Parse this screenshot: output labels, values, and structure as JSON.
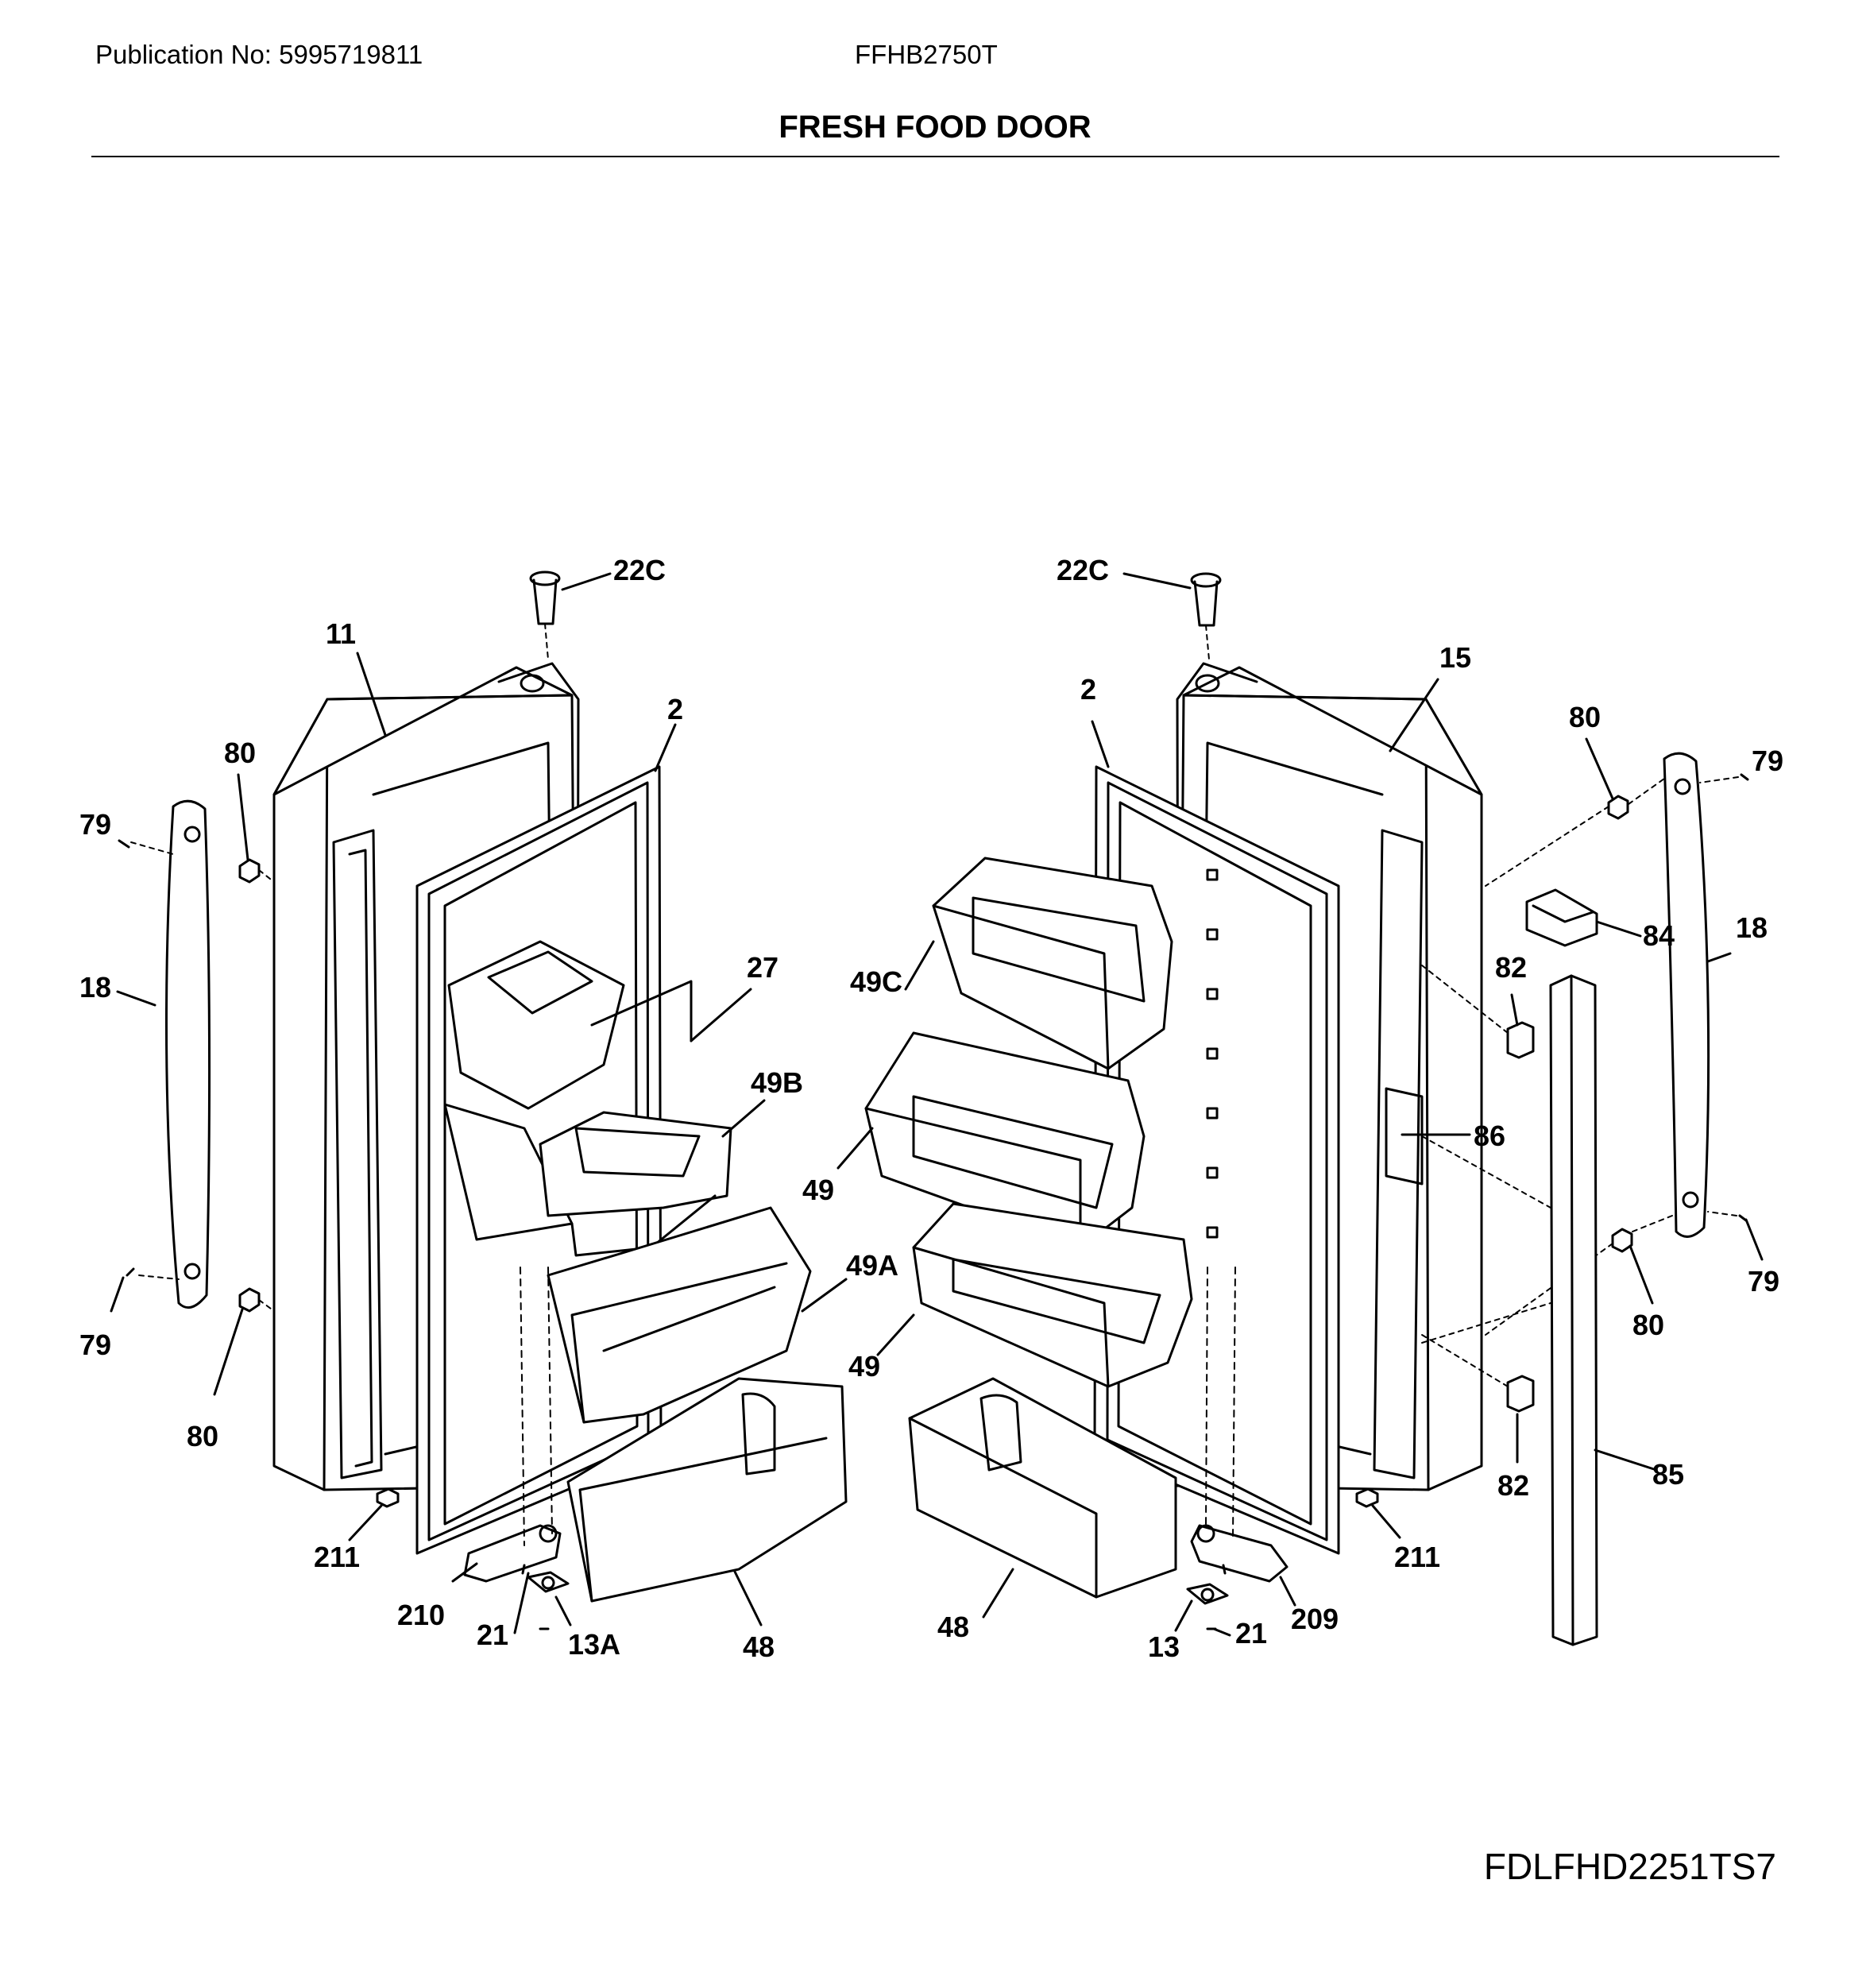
{
  "header": {
    "publication": "Publication No: 5995719811",
    "model": "FFHB2750T",
    "title": "FRESH FOOD DOOR"
  },
  "footer": {
    "reference": "FDLFHD2251TS7"
  },
  "callouts": [
    {
      "id": "c1",
      "text": "22C"
    },
    {
      "id": "c2",
      "text": "11"
    },
    {
      "id": "c3",
      "text": "2"
    },
    {
      "id": "c4",
      "text": "80"
    },
    {
      "id": "c5",
      "text": "79"
    },
    {
      "id": "c6",
      "text": "18"
    },
    {
      "id": "c7",
      "text": "27"
    },
    {
      "id": "c8",
      "text": "49B"
    },
    {
      "id": "c9",
      "text": "49A"
    },
    {
      "id": "c10",
      "text": "79"
    },
    {
      "id": "c11",
      "text": "80"
    },
    {
      "id": "c12",
      "text": "211"
    },
    {
      "id": "c13",
      "text": "210"
    },
    {
      "id": "c14",
      "text": "21"
    },
    {
      "id": "c15",
      "text": "13A"
    },
    {
      "id": "c16",
      "text": "48"
    },
    {
      "id": "c17",
      "text": "22C"
    },
    {
      "id": "c18",
      "text": "15"
    },
    {
      "id": "c19",
      "text": "2"
    },
    {
      "id": "c20",
      "text": "80"
    },
    {
      "id": "c21",
      "text": "79"
    },
    {
      "id": "c22",
      "text": "18"
    },
    {
      "id": "c23",
      "text": "84"
    },
    {
      "id": "c24",
      "text": "82"
    },
    {
      "id": "c25",
      "text": "49C"
    },
    {
      "id": "c26",
      "text": "86"
    },
    {
      "id": "c27",
      "text": "49"
    },
    {
      "id": "c28",
      "text": "49"
    },
    {
      "id": "c29",
      "text": "79"
    },
    {
      "id": "c30",
      "text": "80"
    },
    {
      "id": "c31",
      "text": "82"
    },
    {
      "id": "c32",
      "text": "85"
    },
    {
      "id": "c33",
      "text": "211"
    },
    {
      "id": "c34",
      "text": "48"
    },
    {
      "id": "c35",
      "text": "13"
    },
    {
      "id": "c36",
      "text": "21"
    },
    {
      "id": "c37",
      "text": "209"
    }
  ]
}
